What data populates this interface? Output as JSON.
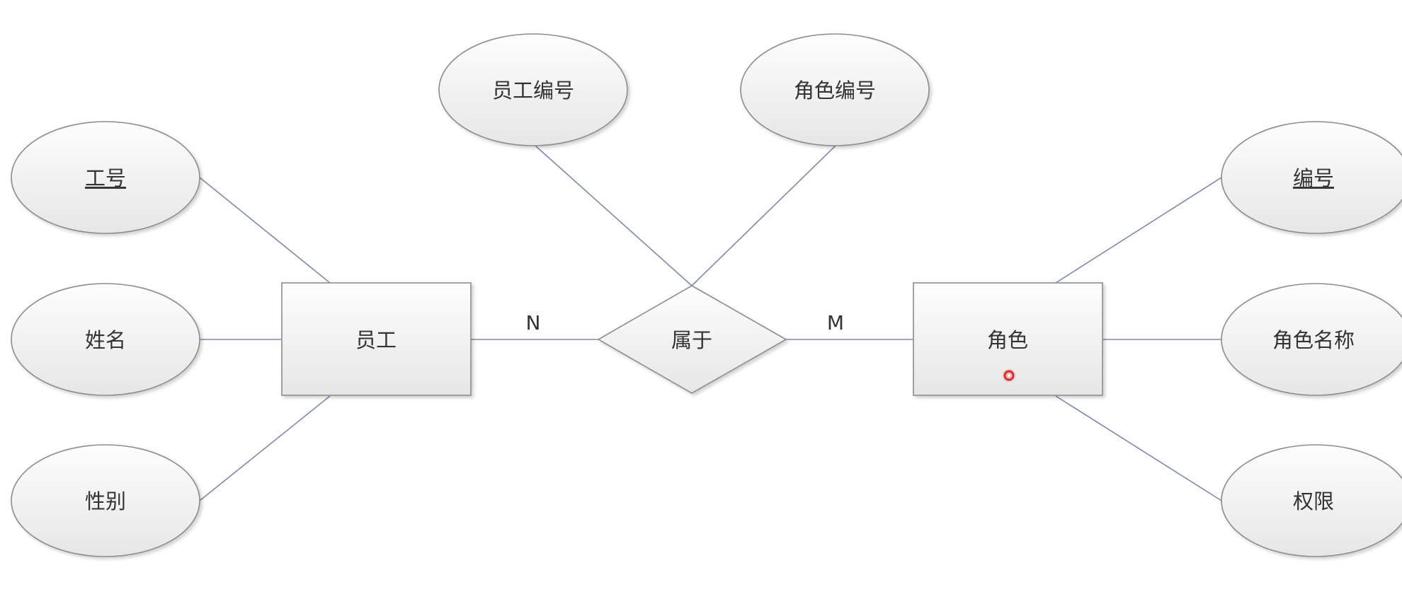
{
  "diagram": {
    "entities": [
      {
        "id": "employee",
        "label": "员工"
      },
      {
        "id": "role",
        "label": "角色"
      }
    ],
    "relationships": [
      {
        "id": "belongs",
        "label": "属于",
        "from": "employee",
        "to": "role",
        "from_cardinality": "N",
        "to_cardinality": "M"
      }
    ],
    "attributes": [
      {
        "id": "emp-no",
        "label": "工号",
        "owner": "employee",
        "key": true
      },
      {
        "id": "emp-name",
        "label": "姓名",
        "owner": "employee",
        "key": false
      },
      {
        "id": "emp-gender",
        "label": "性别",
        "owner": "employee",
        "key": false
      },
      {
        "id": "rel-emp-id",
        "label": "员工编号",
        "owner": "belongs",
        "key": false
      },
      {
        "id": "rel-role-id",
        "label": "角色编号",
        "owner": "belongs",
        "key": false
      },
      {
        "id": "role-no",
        "label": "编号",
        "owner": "role",
        "key": true
      },
      {
        "id": "role-name",
        "label": "角色名称",
        "owner": "role",
        "key": false
      },
      {
        "id": "role-perm",
        "label": "权限",
        "owner": "role",
        "key": false
      }
    ],
    "colors": {
      "shape_fill_top": "#fdfdfd",
      "shape_fill_bottom": "#e6e6e6",
      "outline": "#8c8c8c",
      "connector": "#7c8aa8",
      "text": "#333333",
      "cursor": "#e01b1b"
    }
  }
}
